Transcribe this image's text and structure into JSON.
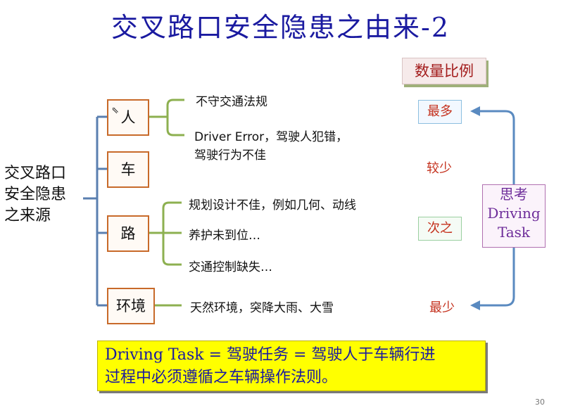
{
  "title": "交叉路口安全隐患之由来-2",
  "ratio_header": "数量比例",
  "root_label_lines": [
    "交叉路口",
    "安全隐患",
    "之来源"
  ],
  "categories": [
    {
      "label": "人",
      "details": [
        "不守交通法规",
        "Driver Error，驾驶人犯错，",
        "驾驶行为不佳"
      ]
    },
    {
      "label": "车",
      "details": []
    },
    {
      "label": "路",
      "details": [
        "规划设计不佳，例如几何、动线",
        "养护未到位…",
        "交通控制缺失…"
      ]
    },
    {
      "label": "环境",
      "details": [
        "天然环境，突降大雨、大雪"
      ]
    }
  ],
  "ratios": [
    "最多",
    "较少",
    "次之",
    "最少"
  ],
  "think_box_lines": [
    "思考",
    "Driving",
    "Task"
  ],
  "footer_lines": [
    "Driving Task = 驾驶任务 = 驾驶人于车辆行进",
    "过程中必须遵循之车辆操作法则。"
  ],
  "page_number": "30",
  "colors": {
    "title": "#1a1aa0",
    "tree_lines": "#5a7fb0",
    "category_lines": "#8db050",
    "category_border": "#c86a2a",
    "ratio_text": "#c4301c",
    "arrow": "#5a8ac0",
    "footer_bg": "#ffff00"
  }
}
